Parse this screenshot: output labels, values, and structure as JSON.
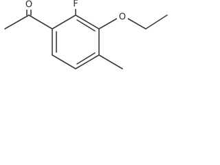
{
  "structure": {
    "atoms": {
      "carbonyl_oxygen": "O",
      "fluorine": "F",
      "ether_oxygen": "O"
    },
    "colors": {
      "bond": "#3a3a3a",
      "label": "#2a2a2a",
      "background": "#ffffff"
    }
  }
}
